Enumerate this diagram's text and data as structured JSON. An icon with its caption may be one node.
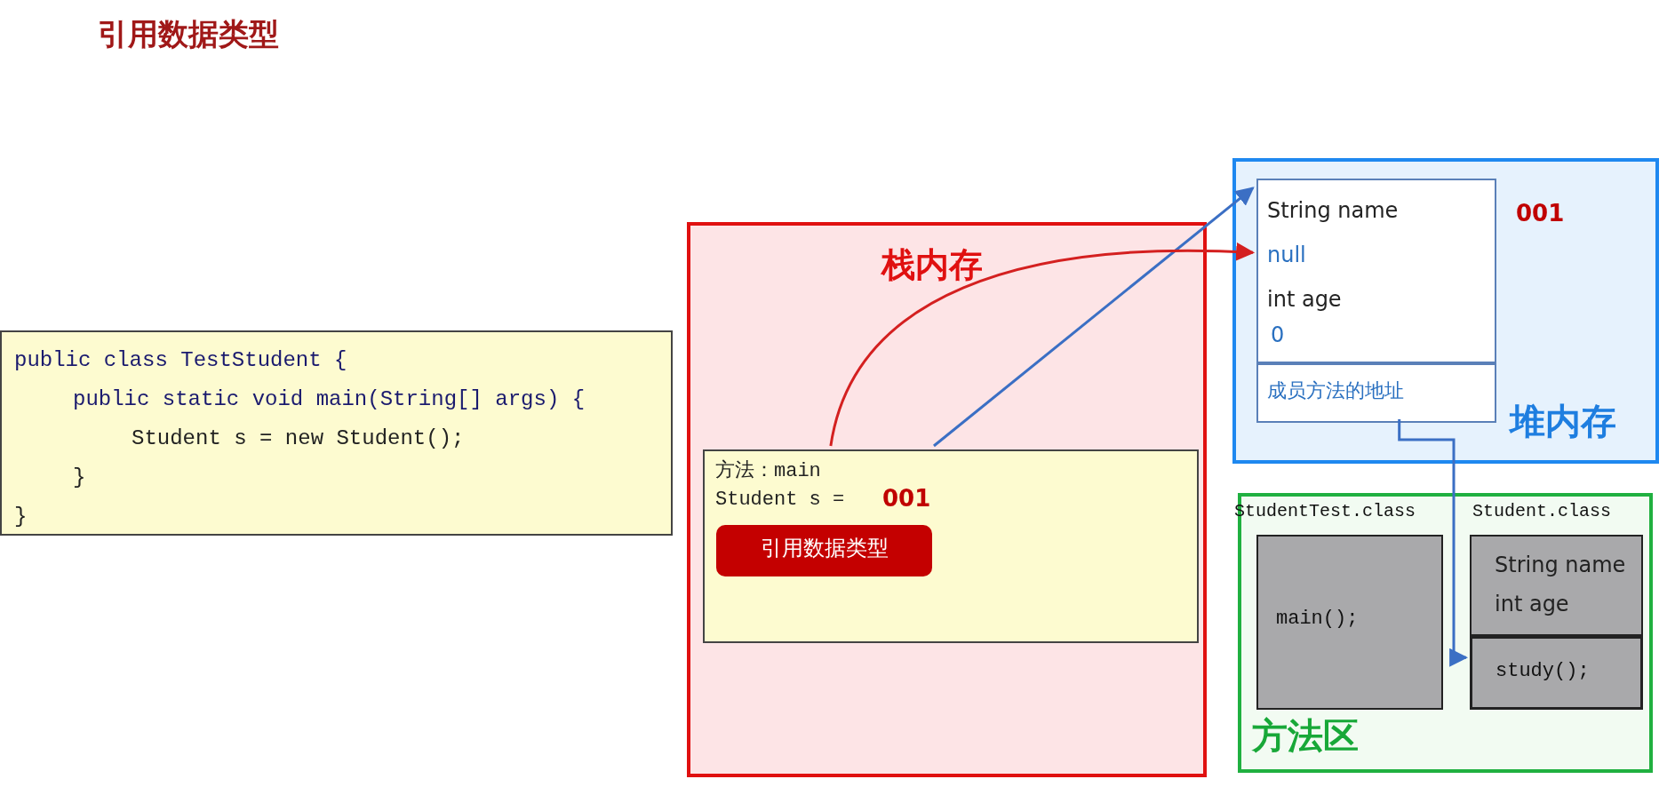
{
  "diagram": {
    "title": "引用数据类型",
    "nodes": [
      {
        "text": [
          "public class TestStudent {",
          "public static void main(String[] args) {",
          "Student s = new Student();",
          "}",
          "}"
        ]
      },
      {
        "text": [
          "栈内存"
        ]
      },
      {
        "text": [
          "方法：main",
          "Student s =",
          "001"
        ],
        "in": 1
      },
      {
        "text": [
          "引用数据类型"
        ],
        "in": 2
      },
      {
        "text": [
          "堆内存"
        ]
      },
      {
        "text": [
          "String name",
          "null",
          "int age",
          "0"
        ],
        "in": 4,
        "beside": [
          "001"
        ]
      },
      {
        "text": [
          "成员方法的地址"
        ],
        "in": 4
      },
      {
        "text": [
          "方法区"
        ]
      },
      {
        "text": [
          "StudentTest.class",
          "main();"
        ],
        "in": 7
      },
      {
        "text": [
          "Student.class"
        ],
        "in": 7
      },
      {
        "text": [
          "String name",
          "int age"
        ],
        "in": 9
      },
      {
        "text": [
          "study();"
        ],
        "in": 9
      }
    ],
    "edges": [
      {
        "from": 2,
        "to": 5,
        "arrow": "to",
        "color": "#3b6fc4"
      },
      {
        "from": 2,
        "to": 5,
        "arrow": "to",
        "color": "#d42020"
      },
      {
        "from": 6,
        "to": 11,
        "arrow": "to",
        "color": "#3b6fc4"
      }
    ]
  }
}
